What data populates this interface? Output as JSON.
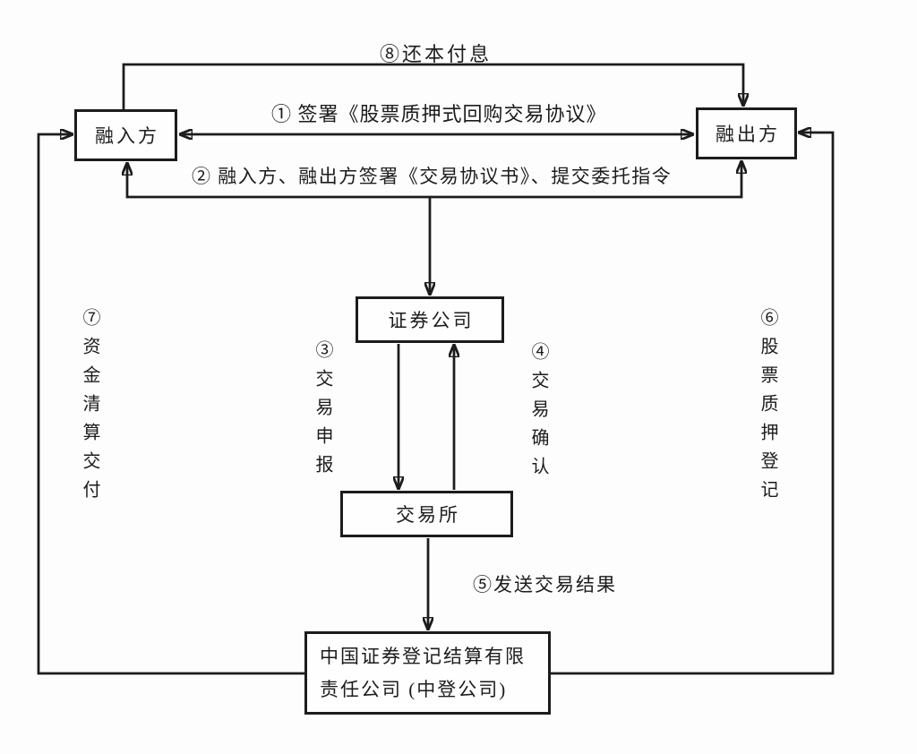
{
  "diagram": {
    "type": "flowchart",
    "background_color": "#fdfdfd",
    "line_color": "#1c1c1c",
    "nodes": {
      "borrower": {
        "label": "融入方"
      },
      "lender": {
        "label": "融出方"
      },
      "securities_company": {
        "label": "证券公司"
      },
      "exchange": {
        "label": "交易所"
      },
      "csdc": {
        "line1": "中国证券登记结算有限",
        "line2": "责任公司 (中登公司)"
      }
    },
    "edges": {
      "sign_agreement": {
        "label": "① 签署《股票质押式回购交易协议》",
        "between": [
          "融入方",
          "融出方"
        ],
        "bidirectional": true
      },
      "trade_protocol": {
        "label": "② 融入方、融出方签署《交易协议书》、提交委托指令",
        "arrow_to": [
          "融入方",
          "融出方",
          "证券公司"
        ]
      },
      "trade_declaration": {
        "label": "③交易申报",
        "from": "证券公司",
        "to": "交易所"
      },
      "trade_confirmation": {
        "label": "④交易确认",
        "from": "交易所",
        "to": "证券公司"
      },
      "send_trade_result": {
        "label": "⑤发送交易结果",
        "from": "交易所",
        "to": "中国证券登记结算有限责任公司 (中登公司)"
      },
      "stock_pledge_registration": {
        "label": "⑥股票质押登记",
        "from": "中国证券登记结算有限责任公司 (中登公司)",
        "to": "融出方"
      },
      "fund_settlement_delivery": {
        "label": "⑦资金清算交付",
        "from": "中国证券登记结算有限责任公司 (中登公司)",
        "to": "融入方"
      },
      "repay_principal_interest": {
        "label": "⑧还本付息",
        "from": "融入方",
        "to": "融出方"
      }
    }
  }
}
